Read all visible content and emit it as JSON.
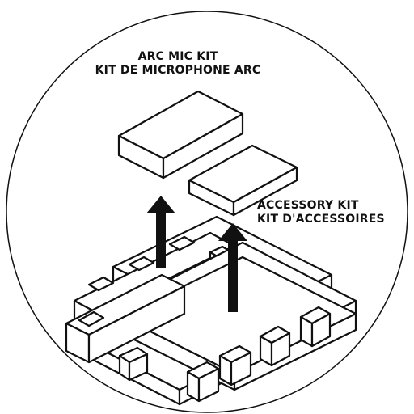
{
  "labels": {
    "arc_mic_kit": {
      "line1": "ARC MIC KIT",
      "line2": "KIT DE MICROPHONE ARC"
    },
    "accessory_kit": {
      "line1": "ACCESSORY KIT",
      "line2": "KIT D'ACCESSOIRES"
    }
  },
  "colors": {
    "ink": "#111111",
    "paper": "#ffffff"
  }
}
